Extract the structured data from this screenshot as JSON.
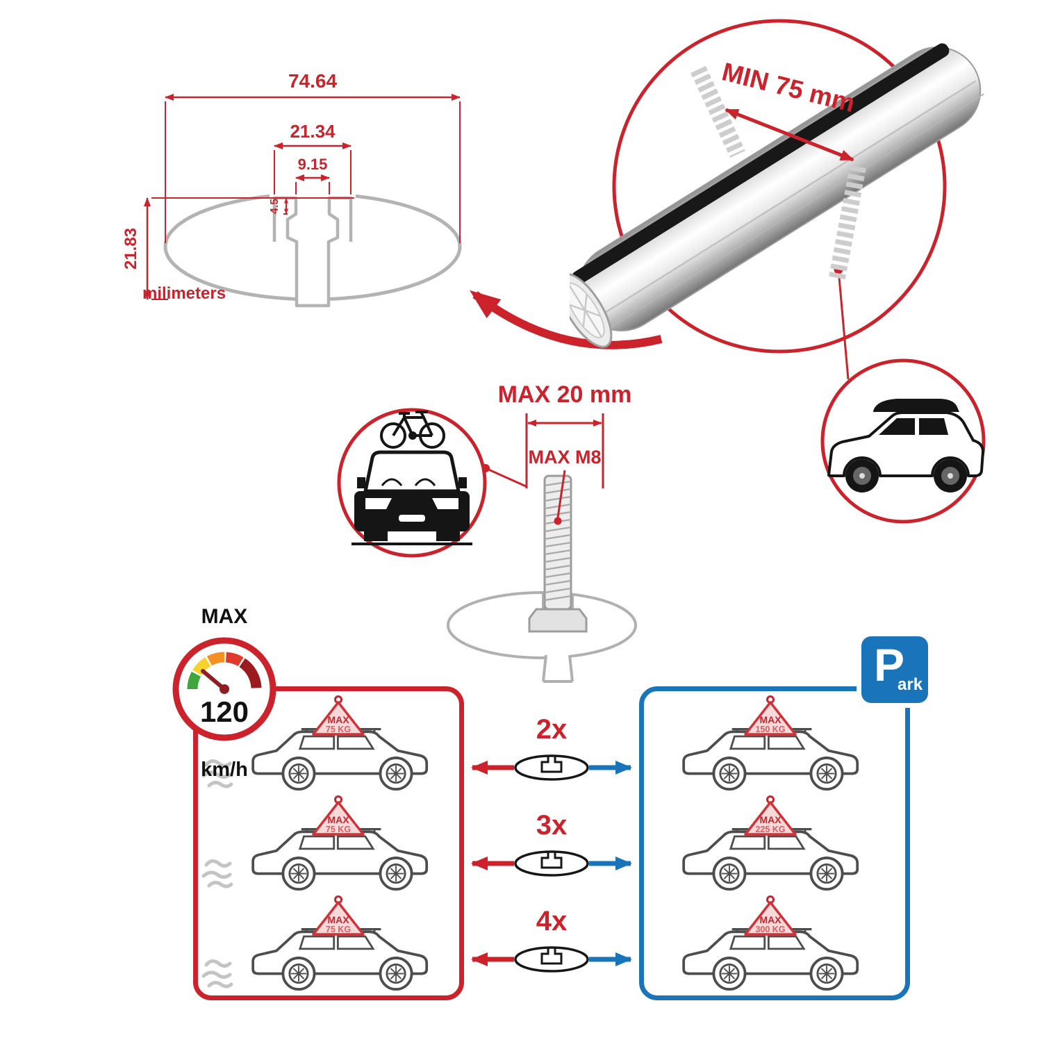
{
  "colors": {
    "accent_red": "#cb222b",
    "accent_blue": "#1a74ba",
    "profile_gray": "#b3b3b3",
    "line_dark": "#161616",
    "tag_pink_fill": "#f8d9d9"
  },
  "cross_section": {
    "dim_total_width": "74.64",
    "dim_channel_width": "21.34",
    "dim_slot_width": "9.15",
    "dim_slot_depth": "4.5",
    "dim_height": "21.83",
    "unit_label": "milimeters"
  },
  "bar_detail": {
    "min_clamp_span": "MIN 75 mm"
  },
  "bolt_detail": {
    "max_head_width": "MAX 20 mm",
    "max_thread": "MAX M8"
  },
  "speed_limit": {
    "label": "MAX",
    "value": "120",
    "unit": "km/h"
  },
  "parking_sign": {
    "letter": "P",
    "suffix": "ark"
  },
  "driving_panel": {
    "cars": [
      {
        "tag_label": "MAX",
        "tag_weight": "75 KG"
      },
      {
        "tag_label": "MAX",
        "tag_weight": "75 KG"
      },
      {
        "tag_label": "MAX",
        "tag_weight": "75 KG"
      }
    ]
  },
  "parked_panel": {
    "cars": [
      {
        "tag_label": "MAX",
        "tag_weight": "150 KG"
      },
      {
        "tag_label": "MAX",
        "tag_weight": "225 KG"
      },
      {
        "tag_label": "MAX",
        "tag_weight": "300 KG"
      }
    ]
  },
  "bar_count_rows": [
    {
      "count": "2x"
    },
    {
      "count": "3x"
    },
    {
      "count": "4x"
    }
  ]
}
